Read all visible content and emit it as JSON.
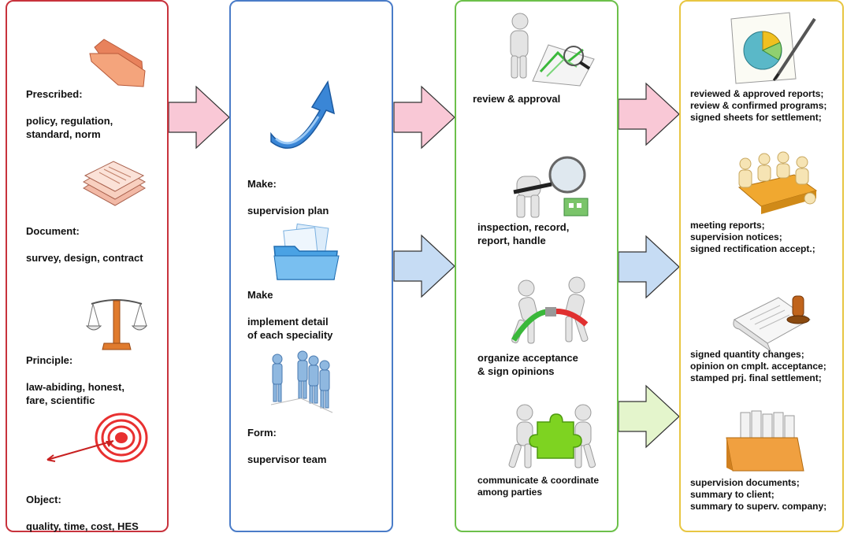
{
  "columns": {
    "col1": {
      "items": [
        {
          "icon": "folder-icon",
          "title": "Prescribed:",
          "text": "policy, regulation,\nstandard, norm"
        },
        {
          "icon": "documents-icon",
          "title": "Document:",
          "text": "survey, design, contract"
        },
        {
          "icon": "scales-icon",
          "title": "Principle:",
          "text": "law-abiding, honest,\nfare, scientific"
        },
        {
          "icon": "target-icon",
          "title": "Object:",
          "text": "quality, time, cost, HES"
        }
      ]
    },
    "col2": {
      "items": [
        {
          "icon": "curved-arrow-icon",
          "title": "Make:",
          "text": "supervision plan"
        },
        {
          "icon": "folders-icon",
          "title": "Make",
          "text": "implement detail\nof each speciality"
        },
        {
          "icon": "team-figures-icon",
          "title": "Form:",
          "text": "supervisor team"
        }
      ]
    },
    "col3": {
      "items": [
        {
          "icon": "thinking-figure-chart-icon",
          "text": "review & approval"
        },
        {
          "icon": "magnifier-figure-icon",
          "text": "inspection, record,\nreport, handle"
        },
        {
          "icon": "tug-of-war-icon",
          "text": "organize acceptance\n& sign opinions"
        },
        {
          "icon": "puzzle-figures-icon",
          "text": "communicate & coordinate\namong parties"
        }
      ]
    },
    "col4": {
      "items": [
        {
          "icon": "pie-chart-pen-icon",
          "text": "reviewed & approved reports;\nreview & confirmed programs;\nsigned sheets for settlement;"
        },
        {
          "icon": "meeting-table-icon",
          "text": "meeting reports;\nsupervision notices;\nsigned rectification accept.;"
        },
        {
          "icon": "stamp-scroll-icon",
          "text": "signed quantity changes;\nopinion on cmplt. acceptance;\nstamped prj. final settlement;"
        },
        {
          "icon": "file-box-icon",
          "text": "supervision documents;\nsummary to client;\nsummary to superv. company;"
        }
      ]
    }
  },
  "colors": {
    "col1_border": "#c8323c",
    "col2_border": "#4a7cc8",
    "col3_border": "#6cc04a",
    "col4_border": "#e8c642",
    "arrow_pink": "#f9c8d6",
    "arrow_blue": "#c6dcf4",
    "arrow_green": "#e4f5cc"
  }
}
